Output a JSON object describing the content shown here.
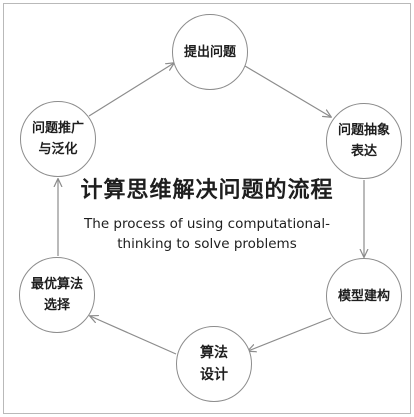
{
  "nodes": {
    "top": "提出问题",
    "right1": "问题抽象\n表达",
    "right2": "模型建构",
    "bottom": "算法\n设计",
    "left2": "最优算法\n选择",
    "left1": "问题推广\n与泛化"
  },
  "title_cn": "计算思维解决问题的流程",
  "title_en_line1": "The process of using computational-",
  "title_en_line2": "thinking to solve problems"
}
